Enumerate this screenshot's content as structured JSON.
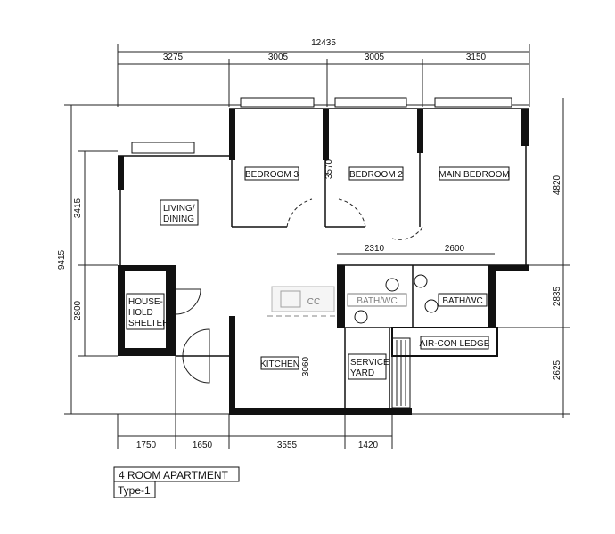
{
  "dimensions": {
    "total_width": "12435",
    "top": [
      "3275",
      "3005",
      "3005",
      "3150"
    ],
    "left_total": "9415",
    "left": [
      "3415",
      "2800"
    ],
    "right": [
      "4820",
      "2835",
      "2625"
    ],
    "bottom": [
      "1750",
      "1650",
      "3555",
      "1420"
    ],
    "bath_widths": [
      "2310",
      "2600"
    ],
    "kitchen_depth": "3060",
    "bedroom3_depth": "3570"
  },
  "rooms": {
    "bedroom3": "BEDROOM 3",
    "bedroom2": "BEDROOM 2",
    "main_bedroom": "MAIN BEDROOM",
    "living_line1": "LIVING/",
    "living_line2": "DINING",
    "shelter_line1": "HOUSE-",
    "shelter_line2": "HOLD",
    "shelter_line3": "SHELTER",
    "kitchen": "KITCHEN",
    "service_line1": "SERVICE",
    "service_line2": "YARD",
    "bath1": "BATH/WC",
    "bath2": "BATH/WC",
    "aircon": "AIR-CON LEDGE",
    "cc": "CC"
  },
  "title": {
    "name": "4 ROOM APARTMENT",
    "type": "Type-1"
  }
}
